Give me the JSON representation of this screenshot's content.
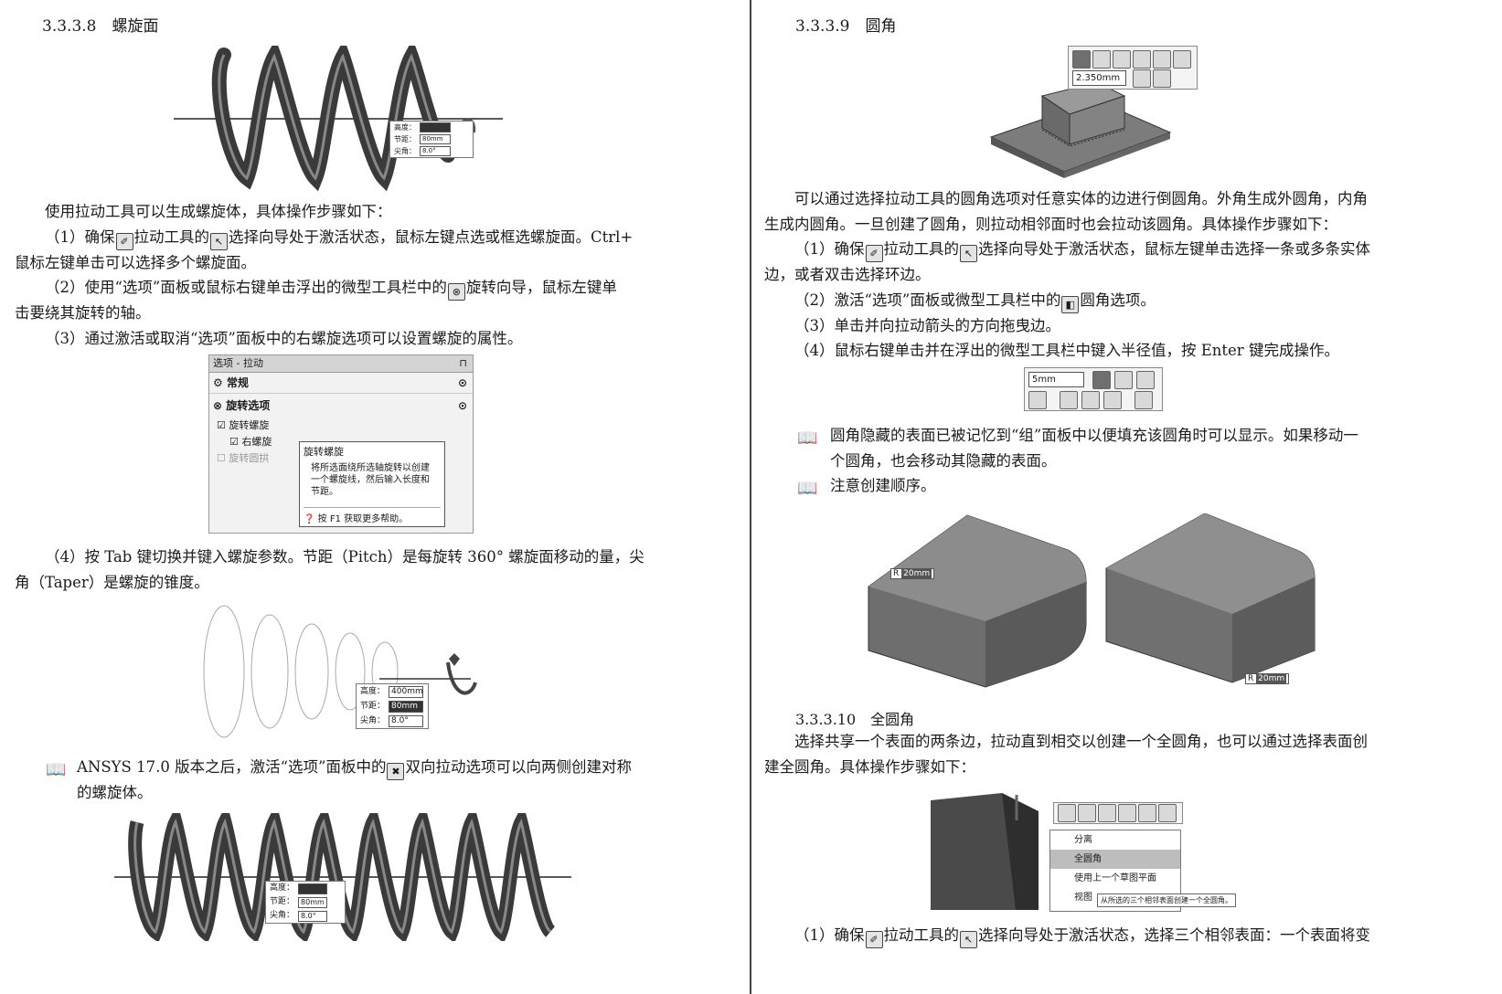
{
  "left": {
    "heading": "3.3.3.8　螺旋面",
    "figure1_tool": {
      "rows": [
        {
          "label": "高度：",
          "value": ""
        },
        {
          "label": "节距：",
          "value": "80mm"
        },
        {
          "label": "尖角：",
          "value": "8.0°"
        }
      ]
    },
    "intro": "使用拉动工具可以生成螺旋体，具体操作步骤如下：",
    "step1_a": "（1）确保",
    "step1_b": "拉动工具的",
    "step1_c": "选择向导处于激活状态，鼠标左键点选或框选螺旋面。Ctrl+",
    "step1_d": "鼠标左键单击可以选择多个螺旋面。",
    "step2_a": "（2）使用“选项”面板或鼠标右键单击浮出的微型工具栏中的",
    "step2_b": "旋转向导，鼠标左键单",
    "step2_c": "击要绕其旋转的轴。",
    "step3": "（3）通过激活或取消“选项”面板中的右螺旋选项可以设置螺旋的属性。",
    "options_panel": {
      "title": "选项 - 拉动",
      "pin": "⊓",
      "general": "常规",
      "rotate_options": "旋转选项",
      "rotate_helix": "旋转螺旋",
      "right_helix": "右螺旋",
      "rotate_arch": "旋转圆拱",
      "tooltip_title": "旋转螺旋",
      "tooltip_body": "将所选面绕所选轴旋转以创建一个螺旋线，然后输入长度和节距。",
      "tooltip_help": "按 F1 获取更多帮助。"
    },
    "step4_a": "（4）按 Tab 键切换并键入螺旋参数。节距（Pitch）是每旋转 360° 螺旋面移动的量，尖",
    "step4_b": "角（Taper）是螺旋的锥度。",
    "figure2_tool": {
      "rows": [
        {
          "label": "高度：",
          "value": "400mm"
        },
        {
          "label": "节距：",
          "value": "80mm"
        },
        {
          "label": "尖角：",
          "value": "8.0°"
        }
      ]
    },
    "note_a": "ANSYS 17.0 版本之后，激活“选项”面板中的",
    "note_b": "双向拉动选项可以向两侧创建对称",
    "note_c": "的螺旋体。",
    "figure3_tool": {
      "rows": [
        {
          "label": "高度：",
          "value": ""
        },
        {
          "label": "节距：",
          "value": "80mm"
        },
        {
          "label": "尖角：",
          "value": "8.0°"
        }
      ]
    }
  },
  "right": {
    "heading": "3.3.3.9　圆角",
    "fillet_tool_value": "2.350mm",
    "para1_a": "可以通过选择拉动工具的圆角选项对任意实体的边进行倒圆角。外角生成外圆角，内角",
    "para1_b": "生成内圆角。一旦创建了圆角，则拉动相邻面时也会拉动该圆角。具体操作步骤如下：",
    "step1_a": "（1）确保",
    "step1_b": "拉动工具的",
    "step1_c": "选择向导处于激活状态，鼠标左键单击选择一条或多条实体",
    "step1_d": "边，或者双击选择环边。",
    "step2_a": "（2）激活“选项”面板或微型工具栏中的",
    "step2_b": "圆角选项。",
    "step3": "（3）单击并向拉动箭头的方向拖曳边。",
    "step4": "（4）鼠标右键单击并在浮出的微型工具栏中键入半径值，按 Enter 键完成操作。",
    "mini_toolbar_value": "5mm",
    "note1_a": "圆角隐藏的表面已被记忆到“组”面板中以便填充该圆角时可以显示。如果移动一",
    "note1_b": "个圆角，也会移动其隐藏的表面。",
    "note2": "注意创建顺序。",
    "radius_label": "R",
    "radius_value": "20mm",
    "heading2": "3.3.3.10　全圆角",
    "para2_a": "选择共享一个表面的两条边，拉动直到相交以创建一个全圆角，也可以通过选择表面创",
    "para2_b": "建全圆角。具体操作步骤如下：",
    "context_menu": [
      "分离",
      "全圆角",
      "使用上一个草图平面",
      "视图"
    ],
    "context_tooltip": "从所选的三个相邻表面创建一个全圆角。",
    "step_last_a": "（1）确保",
    "step_last_b": "拉动工具的",
    "step_last_c": "选择向导处于激活状态，选择三个相邻表面：一个表面将变"
  },
  "icons": {
    "book": "📖",
    "pull": "✐",
    "select": "↖",
    "rotate": "⊗",
    "fillet": "◧",
    "bidir": "✖"
  }
}
